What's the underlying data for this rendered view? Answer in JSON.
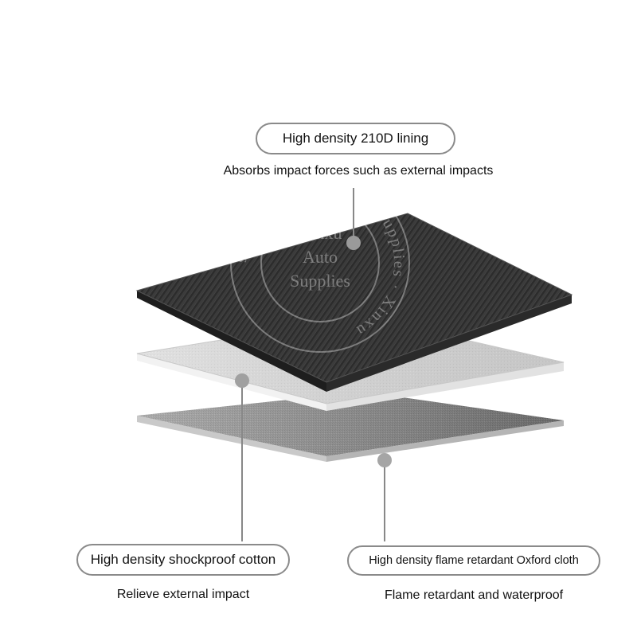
{
  "layers": [
    {
      "id": "top",
      "title": "High density 210D lining",
      "description": "Absorbs impact forces such as external impacts",
      "color": "#3a3a3a"
    },
    {
      "id": "middle",
      "title": "High density shockproof cotton",
      "description": "Relieve external impact",
      "color": "#d9d9d9"
    },
    {
      "id": "bottom",
      "title": "High density flame retardant Oxford cloth",
      "description": "Flame retardant and waterproof",
      "color": "#8c8c8c"
    }
  ],
  "watermark": {
    "ring_text": "supplies · Xinxu Auto Supplies · Xinxu",
    "center_lines": [
      "Xinxu",
      "Auto",
      "Supplies"
    ]
  }
}
